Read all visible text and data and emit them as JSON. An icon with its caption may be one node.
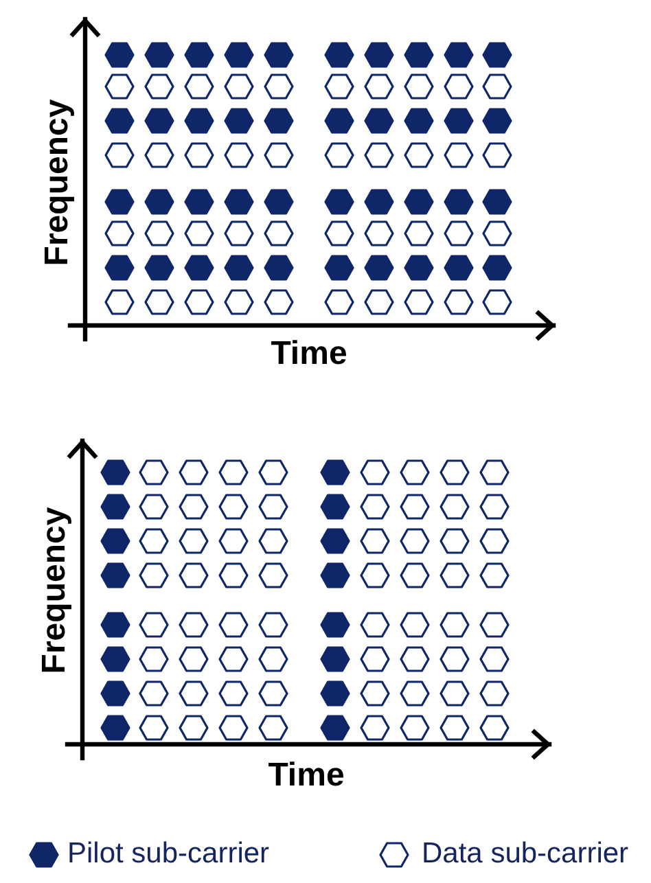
{
  "diagram": {
    "labels": [
      "Frequency",
      "Time",
      "Frequency",
      "Time"
    ],
    "legend": [
      {
        "text": "Pilot sub-carrier"
      },
      {
        "text": "Data sub-carrier"
      }
    ]
  }
}
